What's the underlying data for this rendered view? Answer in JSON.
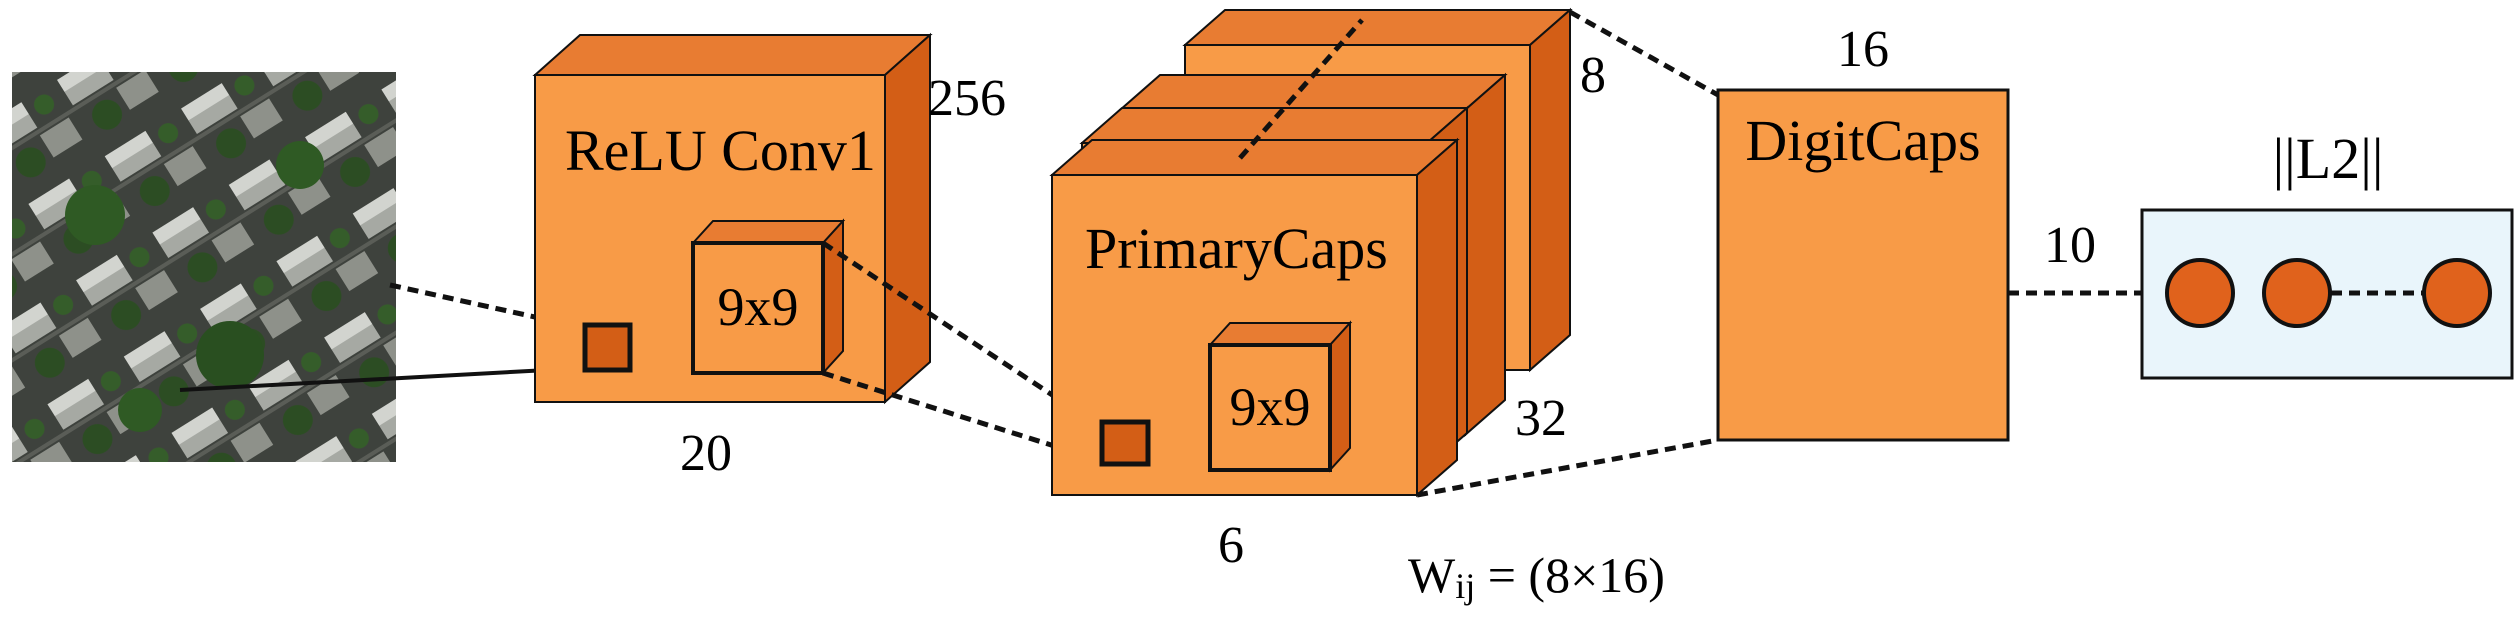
{
  "colors": {
    "front": "#f89b47",
    "top": "#e87c32",
    "side": "#d35e16",
    "stroke": "#111111",
    "l2_box": "#e9f5fb",
    "node": "#e0621c"
  },
  "input_image": {
    "icon": "aerial-photo-icon"
  },
  "conv1": {
    "title": "ReLU Conv1",
    "kernel": "9x9",
    "depth": "256",
    "width": "20"
  },
  "primary_caps": {
    "title": "PrimaryCaps",
    "kernel": "9x9",
    "depth": "8",
    "channels": "32",
    "width": "6"
  },
  "digit_caps": {
    "title": "DigitCaps",
    "dim": "16",
    "count": "10"
  },
  "l2": {
    "title": "||L2||"
  },
  "weights": {
    "base": "W",
    "sub": "ij",
    "value": " = (8×16)"
  }
}
